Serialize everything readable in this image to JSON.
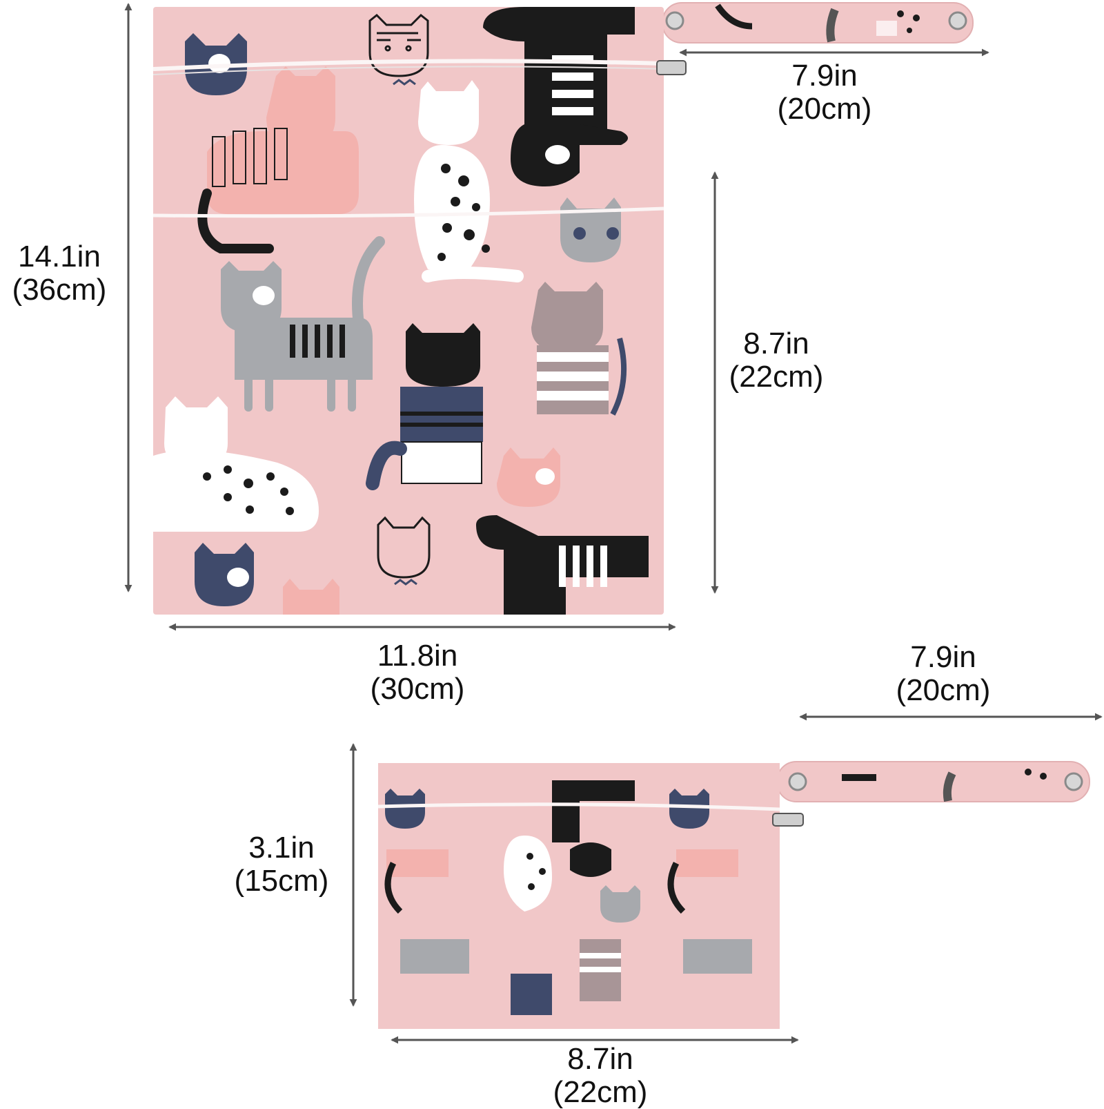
{
  "colors": {
    "fabric": "#f1c7c8",
    "fabric_shadow": "#e9b6b8",
    "zipper": "#f8f3f3",
    "arrow": "#555555",
    "cat_navy": "#3f4a6b",
    "cat_gray": "#a7a9ad",
    "cat_mauve": "#a89597",
    "cat_pink": "#f3b2ae",
    "cat_black": "#1b1b1b",
    "cat_white": "#ffffff"
  },
  "large_bag": {
    "height": {
      "in": "14.1in",
      "cm": "(36cm)"
    },
    "width": {
      "in": "11.8in",
      "cm": "(30cm)"
    },
    "pocket_height": {
      "in": "8.7in",
      "cm": "(22cm)"
    },
    "strap_length": {
      "in": "7.9in",
      "cm": "(20cm)"
    }
  },
  "small_bag": {
    "height": {
      "in": "3.1in",
      "cm": "(15cm)"
    },
    "width": {
      "in": "8.7in",
      "cm": "(22cm)"
    },
    "strap_length": {
      "in": "7.9in",
      "cm": "(20cm)"
    }
  }
}
